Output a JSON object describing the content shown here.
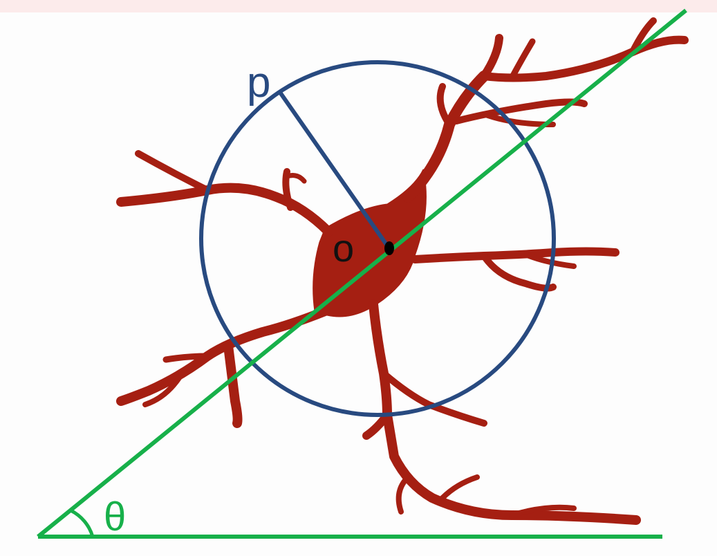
{
  "labels": {
    "point_p": "p",
    "center_o": "o",
    "angle_theta": "θ"
  },
  "colors": {
    "background": "#fdfdfd",
    "top_band": "#fcebeb",
    "neuron": "#a51f12",
    "circle": "#284a80",
    "line": "#17b04a",
    "center_dot": "#000000"
  }
}
